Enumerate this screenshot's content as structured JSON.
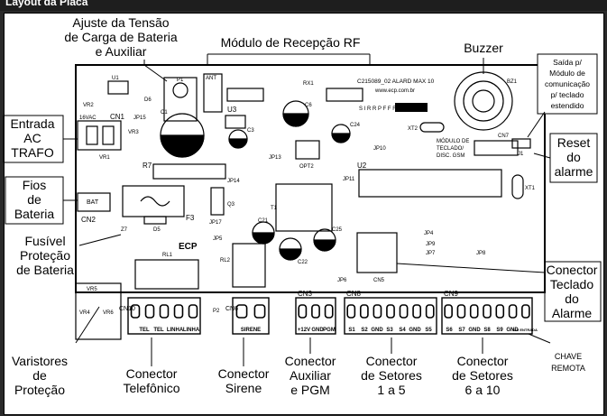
{
  "header": {
    "title_fragment": "Layout da Placa"
  },
  "labels": {
    "ajuste": [
      "Ajuste da Tensão",
      "de Carga de Bateria",
      "e Auxiliar"
    ],
    "modulo_rf": "Módulo de Recepção RF",
    "buzzer": "Buzzer",
    "saida": [
      "Saída p/",
      "Módulo de",
      "comunicação",
      "p/ teclado",
      "estendido"
    ],
    "entrada_ac": [
      "Entrada",
      "AC",
      "TRAFO"
    ],
    "reset": [
      "Reset",
      "do",
      "alarme"
    ],
    "fios_bateria": [
      "Fios",
      "de",
      "Bateria"
    ],
    "fusivel": [
      "Fusível",
      "Proteção",
      "de Bateria"
    ],
    "conector_teclado": [
      "Conector",
      "Teclado",
      "do",
      "Alarme"
    ],
    "varistores": [
      "Varistores",
      "de",
      "Proteção"
    ],
    "conector_telefonico": [
      "Conector",
      "Telefônico"
    ],
    "conector_sirene": [
      "Conector",
      "Sirene"
    ],
    "conector_auxiliar": [
      "Conector",
      "Auxiliar",
      "e PGM"
    ],
    "conector_setores_1": [
      "Conector",
      "de Setores",
      "1 a 5"
    ],
    "conector_setores_2": [
      "Conector",
      "de Setores",
      "6 a 10"
    ],
    "chave_remota": [
      "CHAVE",
      "REMOTA"
    ]
  },
  "board": {
    "model": "C215089_02 ALARD MAX 10",
    "url": "www.ecp.com.br",
    "brand": "ECP",
    "modulo_teclado": [
      "MÓDULO DE",
      "TECLADO/",
      "DISC. GSM"
    ],
    "pins_cn10": [
      "TEL",
      "TEL",
      "LINHA",
      "LINHA"
    ],
    "pins_cn6": [
      "SIRENE"
    ],
    "pins_cn3": [
      "+12V",
      "GND",
      "PGM"
    ],
    "pins_cn8": [
      "S1",
      "S2",
      "GND",
      "S3",
      "S4",
      "GND",
      "S5"
    ],
    "pins_cn9": [
      "S6",
      "S7",
      "GND",
      "S8",
      "S9",
      "GND",
      "S10 ENTRADA"
    ],
    "refs": {
      "U1": "U1",
      "P1": "P1",
      "D6": "D6",
      "VR2": "VR2",
      "CN1": "CN1",
      "VAC": "16VAC",
      "JP15": "JP15",
      "VR3": "VR3",
      "VR1": "VR1",
      "C1": "C1",
      "R7": "R7",
      "BAT": "BAT",
      "CN2": "CN2",
      "D5": "D5",
      "F3": "F3",
      "Z7": "Z7",
      "ANT": "ANT",
      "RX1": "RX1",
      "U3": "U3",
      "C3": "C3",
      "C6": "C6",
      "C24": "C24",
      "JP14": "JP14",
      "JP17": "JP17",
      "Q3": "Q3",
      "JP13": "JP13",
      "OPT2": "OPT2",
      "JP10": "JP10",
      "U2": "U2",
      "JP11": "JP11",
      "T1": "T1",
      "C21": "C21",
      "C22": "C22",
      "C25": "C25",
      "BZ1": "BZ1",
      "XT2": "XT2",
      "CN7": "CN7",
      "J1": "J1",
      "XT1": "XT1",
      "JP4": "JP4",
      "JP9": "JP9",
      "JP7": "JP7",
      "JP8": "JP8",
      "CN5": "CN5",
      "RL1": "RL1",
      "RL2": "RL2",
      "JP5": "JP5",
      "JP6": "JP6",
      "P2": "P2",
      "CN10": "CN10",
      "CN6": "CN6",
      "CN3": "CN3",
      "CN8": "CN8",
      "CN9": "CN9",
      "VR5": "VR5",
      "VR4": "VR4",
      "VR6": "VR6",
      "SIRRPPFF": "S I R R P F F F"
    }
  }
}
